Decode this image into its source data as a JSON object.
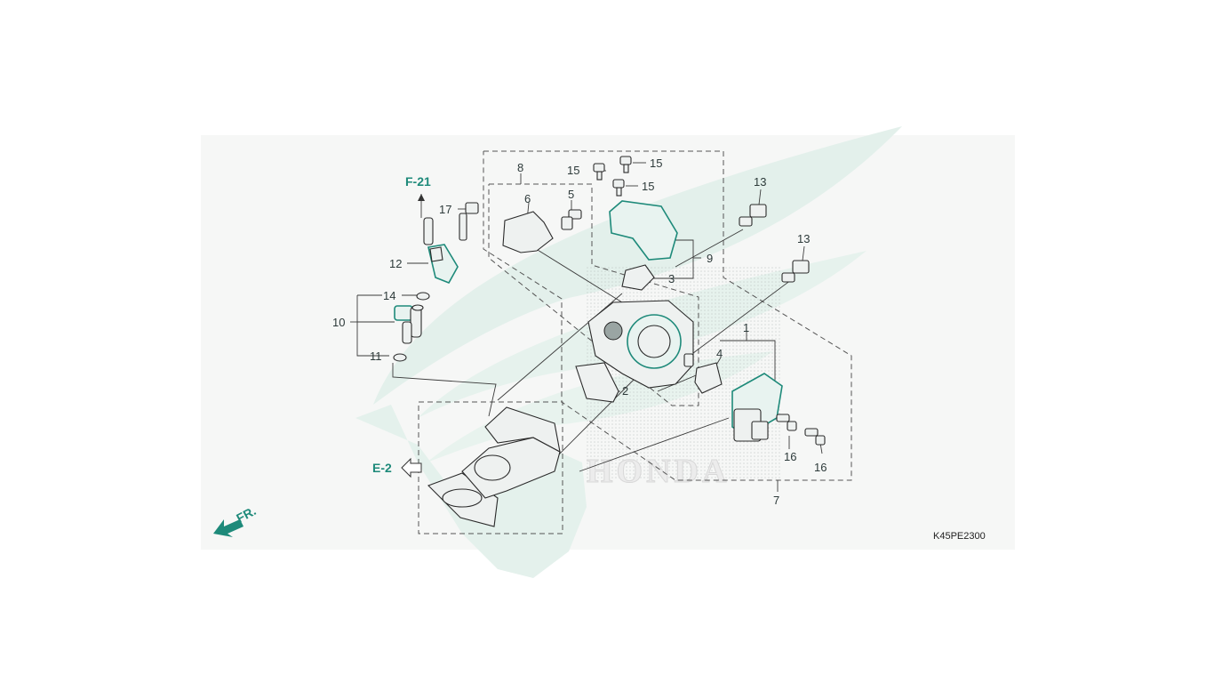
{
  "diagram": {
    "code": "K45PE2300",
    "watermark_text": "HONDA",
    "front_marker": "FR.",
    "refs": [
      {
        "id": "F-21"
      },
      {
        "id": "E-2"
      }
    ],
    "callouts": [
      {
        "num": "1"
      },
      {
        "num": "2"
      },
      {
        "num": "3"
      },
      {
        "num": "4"
      },
      {
        "num": "5"
      },
      {
        "num": "6"
      },
      {
        "num": "7"
      },
      {
        "num": "8"
      },
      {
        "num": "9"
      },
      {
        "num": "10"
      },
      {
        "num": "11"
      },
      {
        "num": "12"
      },
      {
        "num": "13"
      },
      {
        "num": "13"
      },
      {
        "num": "14"
      },
      {
        "num": "15"
      },
      {
        "num": "15"
      },
      {
        "num": "15"
      },
      {
        "num": "16"
      },
      {
        "num": "16"
      },
      {
        "num": "17"
      }
    ]
  },
  "colors": {
    "accent": "#1e8a7a",
    "watermark": "#e4f1ec",
    "panel": "#f6f7f6",
    "line": "#3b3b3b"
  }
}
